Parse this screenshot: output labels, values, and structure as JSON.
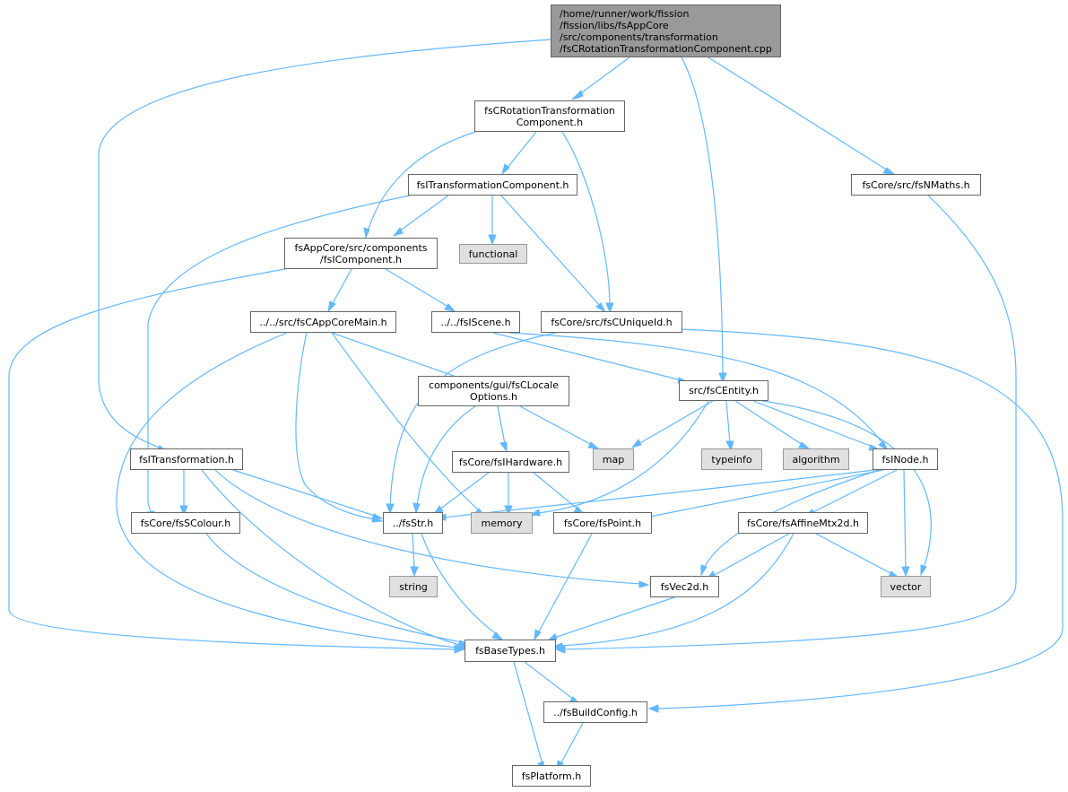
{
  "nodes": {
    "root": "/home/runner/work/fission\n/fission/libs/fsAppCore\n/src/components/transformation\n/fsCRotationTransformationComponent.cpp",
    "rot_h": "fsCRotationTransformation\nComponent.h",
    "itrans_comp": "fsITransformationComponent.h",
    "nmaths": "fsCore/src/fsNMaths.h",
    "icomponent": "fsAppCore/src/components\n/fsIComponent.h",
    "functional": "functional",
    "appcoremain": "../../src/fsCAppCoreMain.h",
    "iscene": "../../fsIScene.h",
    "uniqueid": "fsCore/src/fsCUniqueId.h",
    "locale": "components/gui/fsCLocale\nOptions.h",
    "centity": "src/fsCEntity.h",
    "itransformation": "fsITransformation.h",
    "ihardware": "fsCore/fsIHardware.h",
    "map": "map",
    "typeinfo": "typeinfo",
    "algorithm": "algorithm",
    "inode": "fsINode.h",
    "scolour": "fsCore/fsSColour.h",
    "fsstr": "../fsStr.h",
    "memory": "memory",
    "point": "fsCore/fsPoint.h",
    "affine": "fsCore/fsAffineMtx2d.h",
    "string": "string",
    "vec2d": "fsVec2d.h",
    "vector": "vector",
    "basetypes": "fsBaseTypes.h",
    "buildconfig": "../fsBuildConfig.h",
    "platform": "fsPlatform.h"
  },
  "colors": {
    "edge": "#63b8ff",
    "root_fill": "#999999",
    "system_fill": "#e0e0e0",
    "node_border": "#666666"
  }
}
